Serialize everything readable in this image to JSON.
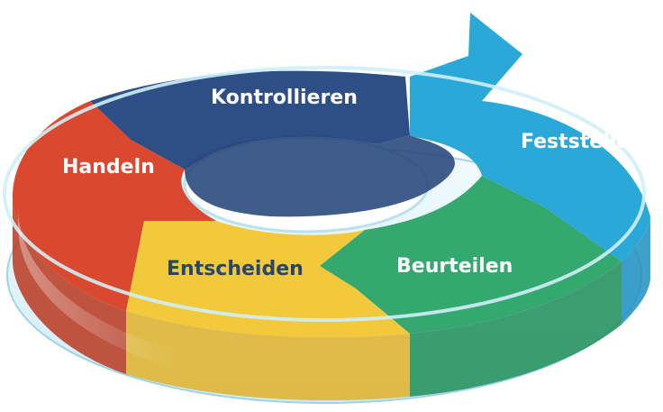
{
  "diagram": {
    "segments": [
      {
        "id": "kontrollieren",
        "label": "Kontrollieren",
        "color": "#2e4f86",
        "side_color": "#24406e"
      },
      {
        "id": "feststellen",
        "label": "Feststellen",
        "color": "#2aa8d8",
        "side_color": "#1f8fc1"
      },
      {
        "id": "beurteilen",
        "label": "Beurteilen",
        "color": "#34a86e",
        "side_color": "#1f8e58"
      },
      {
        "id": "entscheiden",
        "label": "Entscheiden",
        "color": "#f1c93a",
        "side_color": "#e0b12a"
      },
      {
        "id": "handeln",
        "label": "Handeln",
        "color": "#d9482f",
        "side_color": "#b8381f"
      }
    ],
    "glass_color": "#bfe6f2"
  }
}
